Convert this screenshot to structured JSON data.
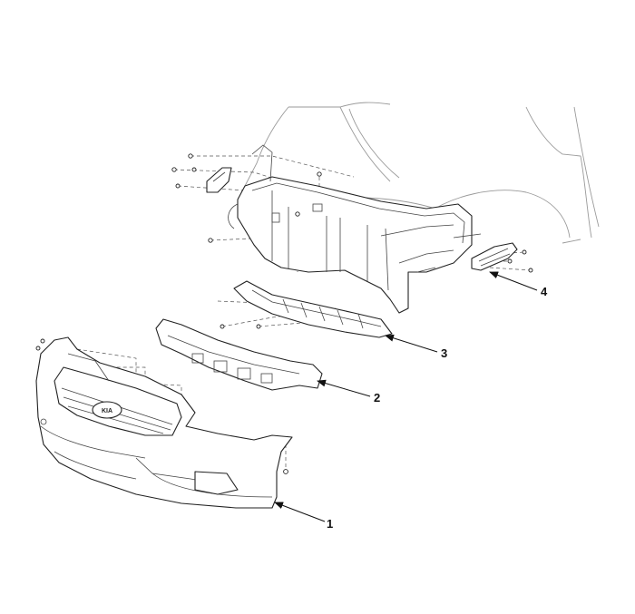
{
  "diagram": {
    "callouts": [
      {
        "id": "1",
        "label": "1"
      },
      {
        "id": "2",
        "label": "2"
      },
      {
        "id": "3",
        "label": "3"
      },
      {
        "id": "4",
        "label": "4"
      }
    ],
    "emblem_text": "KIA"
  }
}
